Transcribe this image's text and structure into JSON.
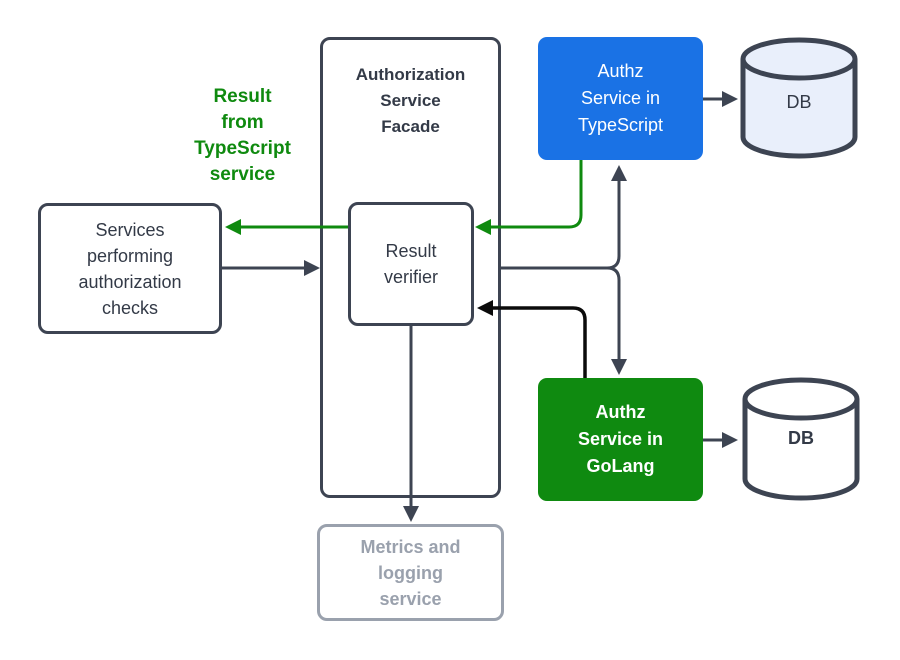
{
  "colors": {
    "stroke_dark": "#3d4452",
    "arrow_black": "#0b0b0b",
    "green": "#0f8a0f",
    "blue_fill": "#1a72e5",
    "green_fill": "#0f8a10",
    "gray": "#9aa1ad",
    "text_dark": "#333a47",
    "db_top_fill": "#e9effb",
    "db_bottom_fill": "#ffffff"
  },
  "nodes": {
    "facade": {
      "title": [
        "Authorization",
        "Service",
        "Facade"
      ]
    },
    "result_verifier": {
      "label": [
        "Result",
        "verifier"
      ]
    },
    "services": {
      "label": [
        "Services",
        "performing",
        "authorization",
        "checks"
      ]
    },
    "metrics": {
      "label": [
        "Metrics and",
        "logging",
        "service"
      ]
    },
    "authz_ts": {
      "label": [
        "Authz",
        "Service in",
        "TypeScript"
      ]
    },
    "authz_go": {
      "label": [
        "Authz",
        "Service in",
        "GoLang"
      ]
    },
    "db_top": {
      "label": "DB"
    },
    "db_bottom": {
      "label": "DB"
    }
  },
  "annotations": {
    "result_note": [
      "Result",
      "from",
      "TypeScript",
      "service"
    ]
  },
  "edges": [
    {
      "from": "services",
      "to": "facade",
      "color": "slate"
    },
    {
      "from": "facade",
      "to": "authz_ts",
      "color": "slate"
    },
    {
      "from": "facade",
      "to": "authz_go",
      "color": "slate"
    },
    {
      "from": "authz_ts",
      "to": "result_verifier",
      "color": "green"
    },
    {
      "from": "result_verifier",
      "to": "services",
      "color": "green"
    },
    {
      "from": "authz_go",
      "to": "result_verifier",
      "color": "black"
    },
    {
      "from": "result_verifier",
      "to": "metrics",
      "color": "slate"
    },
    {
      "from": "authz_ts",
      "to": "db_top",
      "color": "slate"
    },
    {
      "from": "authz_go",
      "to": "db_bottom",
      "color": "slate"
    }
  ]
}
